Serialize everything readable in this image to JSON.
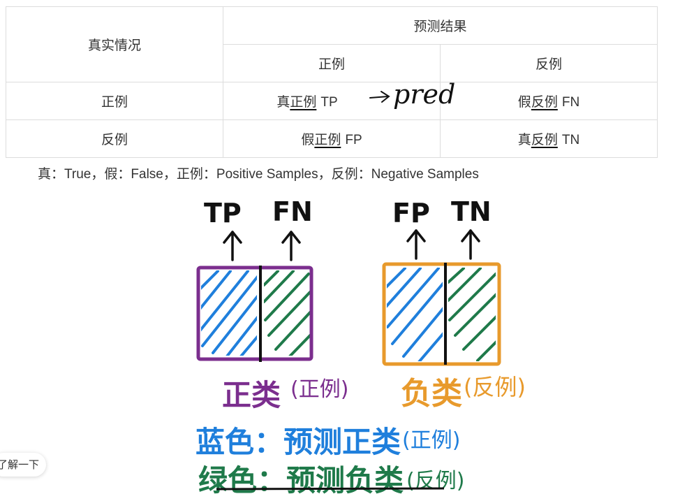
{
  "table": {
    "header_actual": "真实情况",
    "header_predicted": "预测结果",
    "sub_positive": "正例",
    "sub_negative": "反例",
    "rows": [
      {
        "label": "正例",
        "c1": {
          "prefix": "真",
          "ul": "正例",
          "code": "TP"
        },
        "c2": {
          "prefix": "假",
          "ul": "反例",
          "code": "FN"
        }
      },
      {
        "label": "反例",
        "c1": {
          "prefix": "假",
          "ul": "正例",
          "code": "FP"
        },
        "c2": {
          "prefix": "真",
          "ul": "反例",
          "code": "TN"
        }
      }
    ]
  },
  "legend": {
    "p1": "真：",
    "v1": "True，",
    "p2": "假：",
    "v2": "False，",
    "p3": "正例：",
    "v3": "Positive Samples，",
    "p4": "反例：",
    "v4": "Negative Samples"
  },
  "annotations": {
    "pred": "pred",
    "tp": "TP",
    "fn": "FN",
    "fp": "FP",
    "tn": "TN",
    "pos_class": "正类",
    "pos_class_note": "(正例)",
    "neg_class": "负类",
    "neg_class_note": "(反例)",
    "blue_line": "蓝色：预测正类",
    "blue_note": "(正例)",
    "green_line": "绿色：预测负类",
    "green_note": "(反例)"
  },
  "chip": {
    "label": "了解一下"
  },
  "colors": {
    "purple": "#7b2e8e",
    "orange": "#e89a2c",
    "blue": "#1f7fdc",
    "green": "#1f7a4a",
    "ink": "#111111",
    "grid": "#dcdcdc"
  }
}
